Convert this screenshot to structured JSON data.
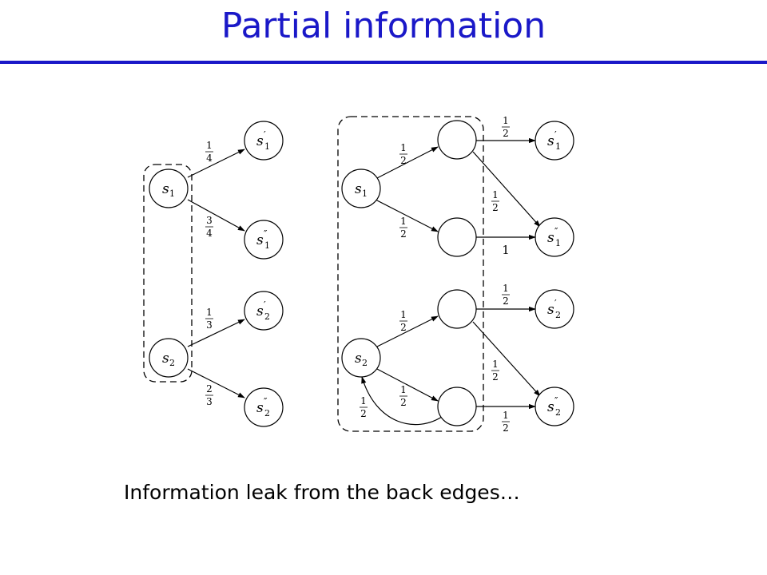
{
  "title": "Partial information",
  "caption": "Information leak from the back edges…",
  "nodes": {
    "s1": {
      "base": "s",
      "sub": "1",
      "prime": ""
    },
    "s2": {
      "base": "s",
      "sub": "2",
      "prime": ""
    },
    "s1p": {
      "base": "s",
      "sub": "1",
      "prime": "′"
    },
    "s1pp": {
      "base": "s",
      "sub": "1",
      "prime": "″"
    },
    "s2p": {
      "base": "s",
      "sub": "2",
      "prime": "′"
    },
    "s2pp": {
      "base": "s",
      "sub": "2",
      "prime": "″"
    }
  },
  "labels": {
    "one": "1",
    "two": "2",
    "three": "3",
    "four": "4"
  }
}
